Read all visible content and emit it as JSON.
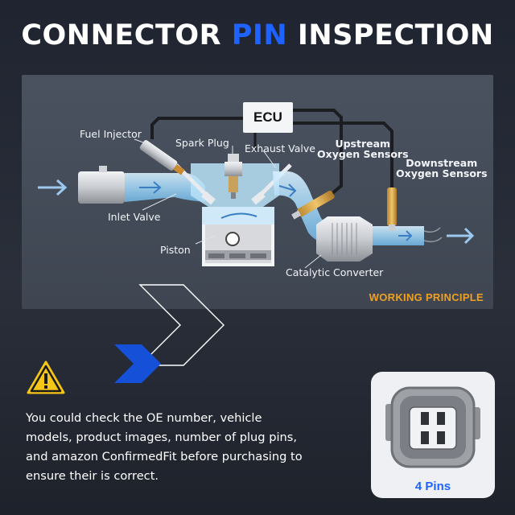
{
  "header": {
    "title_part1": "CONNECTOR ",
    "title_accent": "PIN",
    "title_part2": " INSPECTION"
  },
  "diagram": {
    "ecu": "ECU",
    "labels": {
      "fuel_injector": "Fuel Injector",
      "spark_plug": "Spark Plug",
      "exhaust_valve": "Exhaust Valve",
      "upstream_line1": "Upstream",
      "upstream_line2": "Oxygen Sensors",
      "downstream_line1": "Downstream",
      "downstream_line2": "Oxygen Sensors",
      "inlet_valve": "Inlet Valve",
      "piston": "Piston",
      "catalytic_converter": "Catalytic Converter"
    },
    "caption": "WORKING PRINCIPLE"
  },
  "notice": {
    "icon": "warning-icon",
    "text": "You could check the OE number, vehicle models, product images, number of plug pins, and amazon ConfirmedFit before purchasing to ensure their is correct."
  },
  "connector": {
    "pins_label": "4 Pins"
  },
  "colors": {
    "accent": "#1e63ff",
    "caption": "#f0a020",
    "warning": "#f5c518"
  }
}
